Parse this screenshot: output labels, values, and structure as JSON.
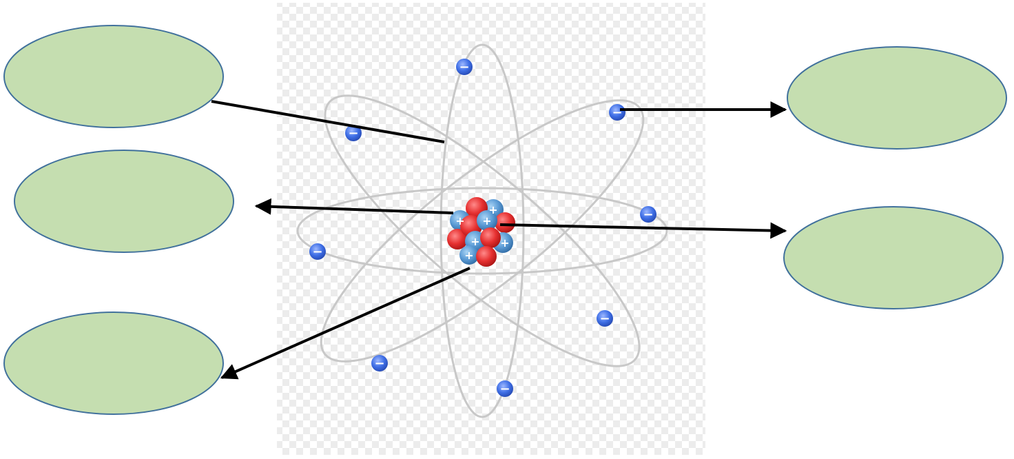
{
  "diagram": {
    "checker_background": true,
    "colors": {
      "label_fill": "#c5deb0",
      "label_stroke": "#41719c",
      "orbit": "#c8c8c8",
      "electron": "#3f6fe6",
      "proton": "#e63030",
      "neutron": "#5b9bd5",
      "arrow": "#000000"
    },
    "particle_signs": {
      "electron": "−",
      "proton": "+"
    },
    "labels": [
      {
        "id": "label-top-left",
        "text": ""
      },
      {
        "id": "label-middle-left",
        "text": ""
      },
      {
        "id": "label-bottom-left",
        "text": ""
      },
      {
        "id": "label-top-right",
        "text": ""
      },
      {
        "id": "label-middle-right",
        "text": ""
      }
    ]
  }
}
